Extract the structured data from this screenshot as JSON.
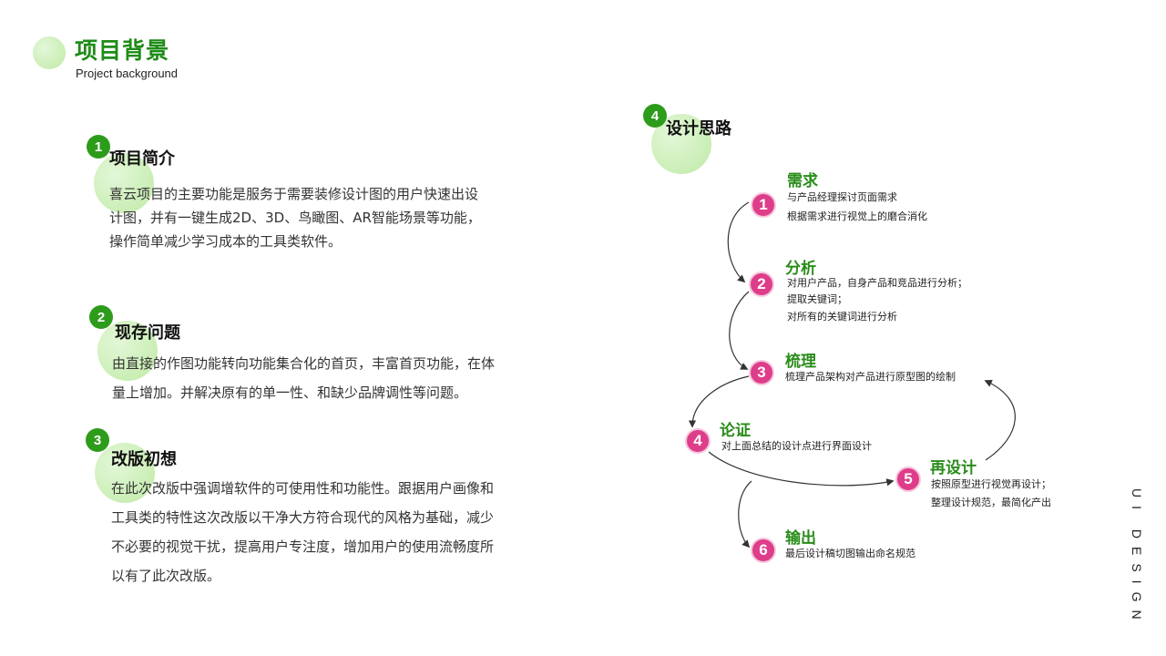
{
  "header": {
    "title": "项目背景",
    "subtitle": "Project background"
  },
  "sections": [
    {
      "num": "1",
      "title": "项目简介",
      "lines": [
        "喜云项目的主要功能是服务于需要装修设计图的用户快速出设",
        "计图，并有一键生成2D、3D、鸟瞰图、AR智能场景等功能，",
        "操作简单减少学习成本的工具类软件。"
      ]
    },
    {
      "num": "2",
      "title": "现存问题",
      "lines": [
        "由直接的作图功能转向功能集合化的首页，丰富首页功能，在体",
        "量上增加。并解决原有的单一性、和缺少品牌调性等问题。"
      ]
    },
    {
      "num": "3",
      "title": "改版初想",
      "lines": [
        "在此次改版中强调增软件的可使用性和功能性。跟据用户画像和",
        "工具类的特性这次改版以干净大方符合现代的风格为基础，减少",
        "不必要的视觉干扰，提高用户专注度，增加用户的使用流畅度所",
        "以有了此次改版。"
      ]
    }
  ],
  "design": {
    "num": "4",
    "title": "设计思路",
    "steps": [
      {
        "num": "1",
        "title": "需求",
        "lines": [
          "与产品经理探讨页面需求",
          "根据需求进行视觉上的磨合消化"
        ]
      },
      {
        "num": "2",
        "title": "分析",
        "lines": [
          "对用户产品，自身产品和竞品进行分析；",
          "提取关键词；",
          "对所有的关键词进行分析"
        ]
      },
      {
        "num": "3",
        "title": "梳理",
        "lines": [
          "梳理产品架构对产品进行原型图的绘制"
        ]
      },
      {
        "num": "4",
        "title": "论证",
        "lines": [
          "对上面总结的设计点进行界面设计"
        ]
      },
      {
        "num": "5",
        "title": "再设计",
        "lines": [
          "按照原型进行视觉再设计；",
          "整理设计规范，最简化产出"
        ]
      },
      {
        "num": "6",
        "title": "输出",
        "lines": [
          "最后设计稿切图输出命名规范"
        ]
      }
    ]
  },
  "vertical_label": "UI DESIGN",
  "colors": {
    "accent_green": "#2e9c1b",
    "title_green": "#1f8c18",
    "step_pink": "#de3d8a",
    "blob_green": "#bfeaa6"
  }
}
